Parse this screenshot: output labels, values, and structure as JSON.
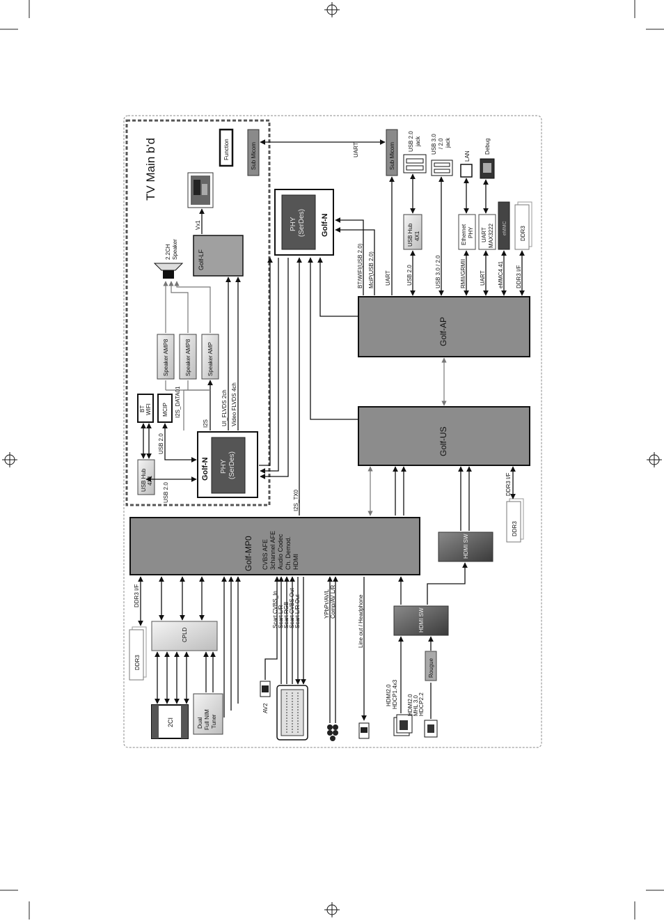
{
  "page": {
    "board_title": "TV Main b'd"
  },
  "blocks": {
    "golf_mp0": "Golf-MP0",
    "mp0_features": [
      "CVBS AFE",
      "3channel AFE",
      "Audio Codec",
      "Ch. Demod.",
      "HDMI"
    ],
    "golf_us": "Golf-US",
    "golf_ap": "Golf-AP",
    "golf_n": "Golf-N",
    "phy": [
      "PHY",
      "(SerDes)"
    ],
    "golf_lf": "Golf-LF",
    "usb_hub_small": [
      "USB Hub",
      "4X1"
    ],
    "usb_hub_right": [
      "USB Hub",
      "4X1"
    ],
    "bt_wifi": [
      "BT",
      "WIFI"
    ],
    "mcip": "MCIP",
    "speaker_amp_1": "Speaker AMP8",
    "speaker_amp_2": "Speaker AMP8",
    "speaker_amp_3": "Speaker AMP",
    "speaker": [
      "2.2CH",
      "Speaker"
    ],
    "function": "Function",
    "sub_micom": "Sub Micom",
    "sub_micom_right": "Sub Micom",
    "cpld": "CPLD",
    "ddr3": "DDR3",
    "ddr3_right": "DDR3",
    "ddr3_us": "DDR3",
    "hdmi_sw_1": "HDMI SW",
    "hdmi_sw_2": "HDMI SW",
    "rouge": "Rougue",
    "ethernet_phy": [
      "Ethernet",
      "PHY"
    ],
    "uart_max": [
      "UART",
      "MAX3222"
    ],
    "ci": "2CI",
    "tuner": [
      "Dual",
      "Full NIM",
      "Tuner"
    ],
    "usb20_jack": [
      "USB 2.0",
      "jack"
    ],
    "usb30_jack": [
      "USB 3.0",
      "/ 2.0",
      "jack"
    ],
    "lan": "LAN",
    "debug": "Debug",
    "emmc_chip": "eMMC"
  },
  "labels": {
    "ddr3_if_left": "DDR3 I/F",
    "ddr3_if_us": "DDR3 I/F",
    "ddr3_if_ap": "DDR3 I/F",
    "av2": "AV2",
    "scart": [
      "Scart CVBS_In",
      "Scart L/R",
      "Scart RGB",
      "Scart CVBS Out",
      "Scart L/R Out"
    ],
    "ypbpr": [
      "YPbPr/AV/L",
      "Comp/AV L/R"
    ],
    "lineout": "Line out / Headphone",
    "hdmi_in_1": [
      "HDMI2.0",
      "HDCP1.4x3"
    ],
    "hdmi_in_2": [
      "HDMI2.0",
      "MHL 3.0",
      "HDCP2.2"
    ],
    "i2s_tx0": "I2S_TX0",
    "usb20_a": "USB 2.0",
    "usb20_b": "USB 2.0",
    "i2s": "I2S",
    "i2s_data01": "I2S_DATA01",
    "ui_flvds": "UI_FLVDS 2ch",
    "video_flvds": "Video FLVDS 4ch",
    "vx1": "Vx1",
    "uart_top": "UART",
    "bt_wifi_usb": "BT/WIFI(USB 2.0)",
    "mcip_usb": "MciP(USB 2.0)",
    "uart_mid": "UART",
    "usb20_ap": "USB 2.0",
    "usb30_ap": "USB 3.0 / 2.0",
    "rmii": "RMII/GRMII",
    "uart_ap": "UART",
    "emmc": "eMMC4.41",
    "ddr3_if_right": "DDR3 I/F"
  }
}
